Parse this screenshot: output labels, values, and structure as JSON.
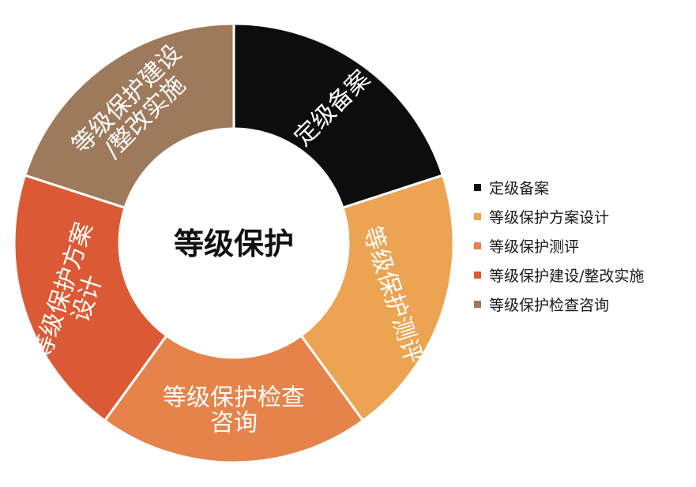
{
  "chart_data": {
    "type": "pie",
    "center_label": "等级保护",
    "categories": [
      "定级备案",
      "等级保护方案设计",
      "等级保护测评",
      "等级保护建设/整改实施",
      "等级保护检查咨询"
    ],
    "values": [
      1,
      1,
      1,
      1,
      1
    ],
    "segments": [
      {
        "name": "定级备案",
        "lines": [
          "定级备案"
        ],
        "color": "#0d0d0d",
        "text_color": "#ffffff"
      },
      {
        "name": "等级保护测评",
        "lines": [
          "等级保护测评"
        ],
        "color": "#eca452",
        "text_color": "#ffffff"
      },
      {
        "name": "等级保护检查咨询",
        "lines": [
          "等级保护检查",
          "咨询"
        ],
        "color": "#e5834b",
        "text_color": "#ffffff"
      },
      {
        "name": "等级保护方案设计",
        "lines": [
          "等级保护方案",
          "设计"
        ],
        "color": "#db5a35",
        "text_color": "#ffffff"
      },
      {
        "name": "等级保护建设/整改实施",
        "lines": [
          "等级保护建设",
          "/整改实施"
        ],
        "color": "#9e7a5c",
        "text_color": "#ffffff"
      }
    ],
    "legend": {
      "position": "right",
      "items": [
        {
          "label": "定级备案",
          "color": "#0d0d0d"
        },
        {
          "label": "等级保护方案设计",
          "color": "#eca452"
        },
        {
          "label": "等级保护测评",
          "color": "#e5834b"
        },
        {
          "label": "等级保护建设/整改实施",
          "color": "#db5a35"
        },
        {
          "label": "等级保护检查咨询",
          "color": "#9e7a5c"
        }
      ]
    }
  }
}
